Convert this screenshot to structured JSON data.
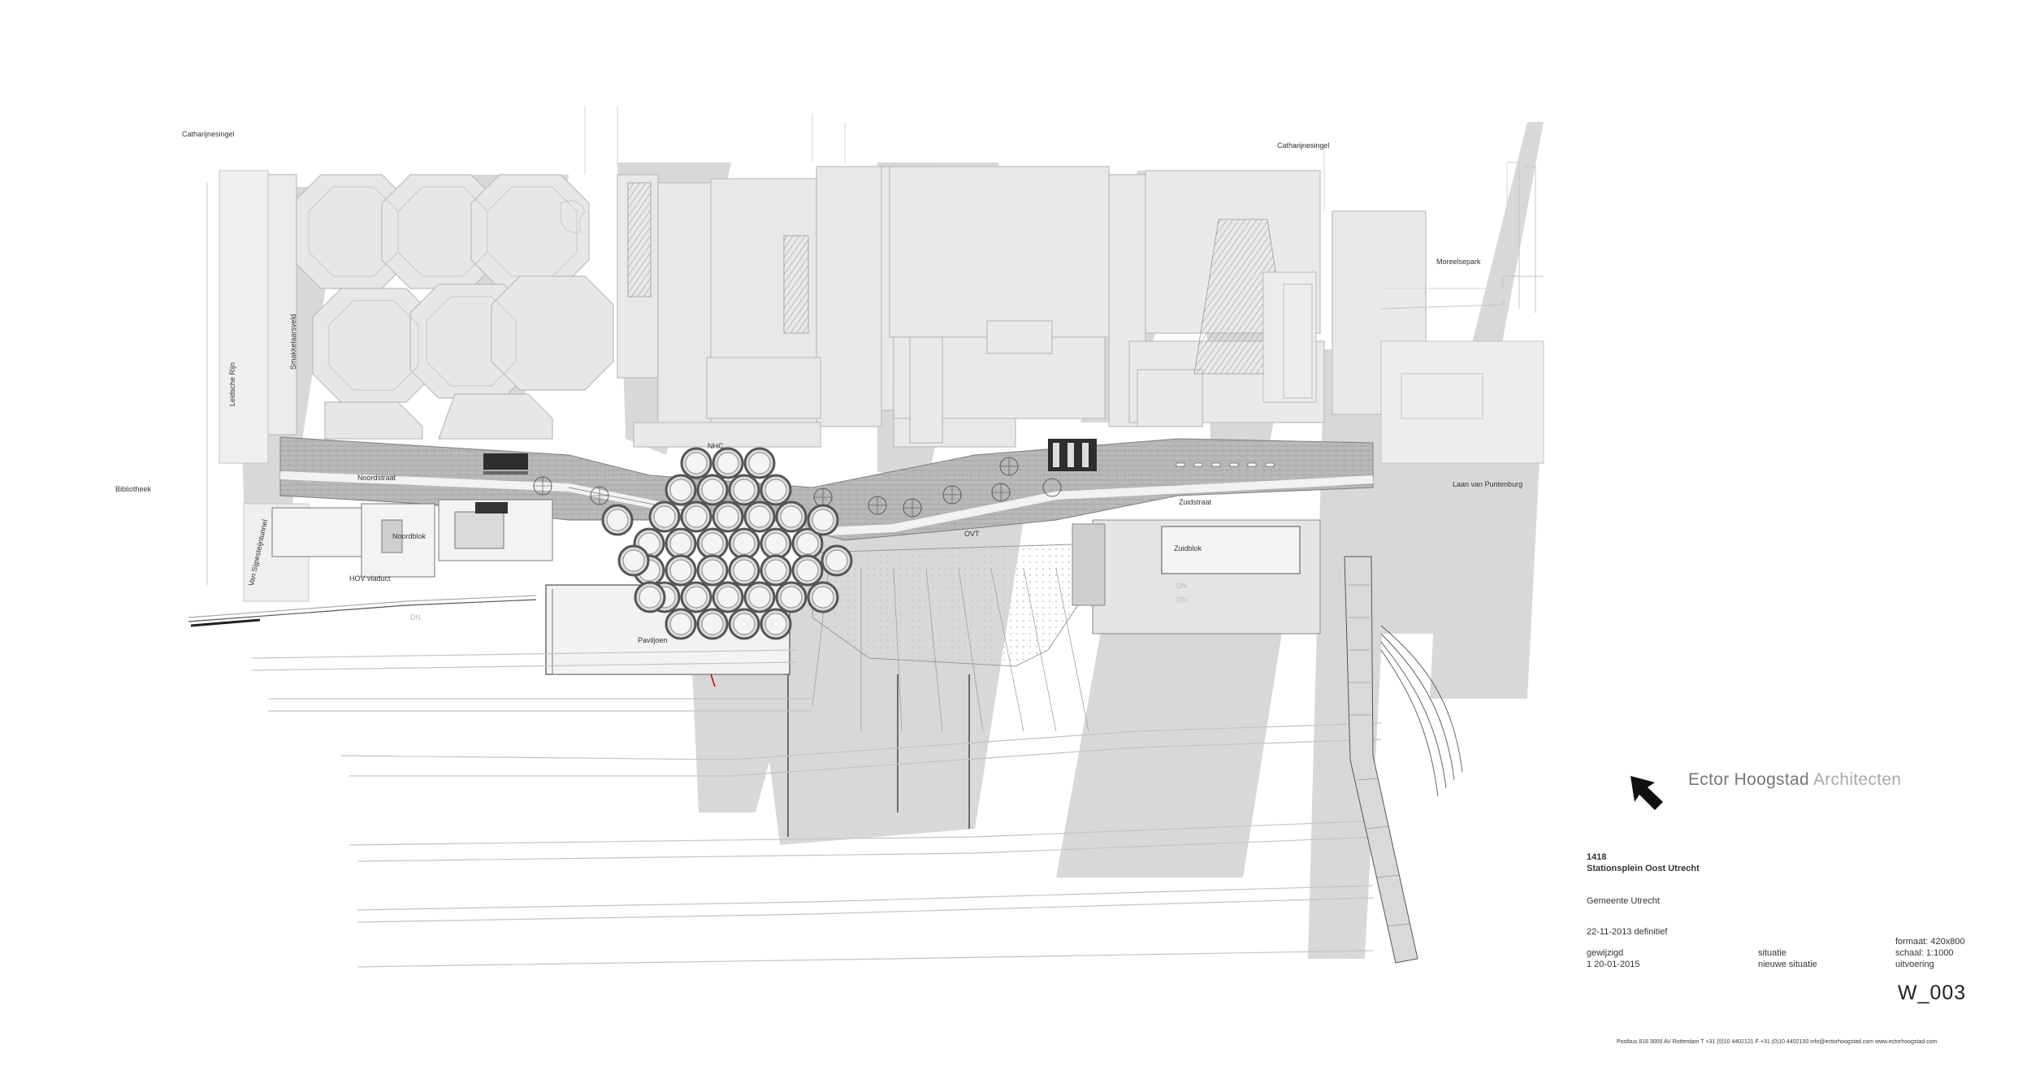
{
  "streets": {
    "catharijnesingel_left": "Catharijnesingel",
    "catharijnesingel_right": "Catharijnesingel",
    "moreelsepark": "Moreelsepark",
    "bibliotheek": "Bibliotheek",
    "leidsche_rijn": "Leidsche Rijn",
    "smakkelaarsveld": "Smakkelaarsveld",
    "van_sijpesteijntunnel": "Van Sijpesteijntunnel",
    "noordstraat": "Noordstraat",
    "noordblok": "Noordblok",
    "hov_viaduct": "HOV viaduct",
    "nhc": "NHC",
    "paviljoen": "Paviljoen",
    "ovt": "OVT",
    "zuidstraat": "Zuidstraat",
    "zuidblok": "Zuidblok",
    "laan_van_puntenburg": "Laan van Puntenburg",
    "dn1": "DN",
    "dn2": "DN",
    "dn3": "DN"
  },
  "brand": {
    "name_bold": "Ector Hoogstad",
    "name_light": "Architecten",
    "arrow_icon": "north-arrow-icon"
  },
  "title_block": {
    "project_number": "1418",
    "project_name": "Stationsplein Oost Utrecht",
    "client": "Gemeente Utrecht",
    "date_status": "22-11-2013   definitief",
    "revision_label": "gewijzigd",
    "revision_entry": "1     20-01-2015",
    "drawing_type": "situatie",
    "drawing_desc": "nieuwe situatie",
    "format": "formaat:  420x800",
    "scale": "schaal:  1:1000",
    "phase": "uitvoering",
    "sheet_number": "W_003",
    "address": "Postbus 818  3000 AV  Rotterdam  T +31 (0)10 4402121  F +31 (0)10 4402100  info@ectorhoogstad.com  www.ectorhoogstad.com"
  },
  "colors": {
    "building": "#e6e6e6",
    "shadow": "#d3d3d3",
    "line": "#bdbdbd",
    "paving": "#9a9a9a",
    "dark": "#333333"
  }
}
